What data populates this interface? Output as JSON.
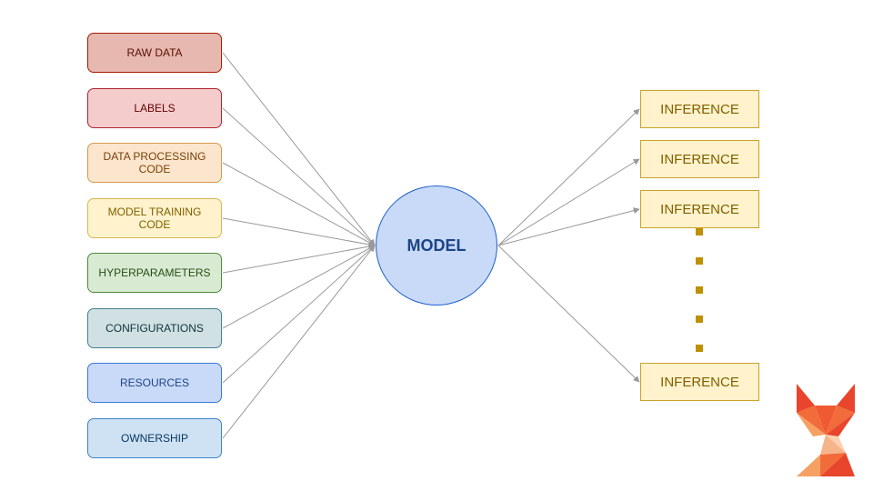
{
  "diagram": {
    "inputs": [
      {
        "label": "RAW DATA",
        "fill": "#e6b8af",
        "stroke": "#a61c00",
        "text_color": "#5b0f00"
      },
      {
        "label": "LABELS",
        "fill": "#f4cccc",
        "stroke": "#b1232f",
        "text_color": "#660000"
      },
      {
        "label": "DATA PROCESSING\nCODE",
        "fill": "#fce5cd",
        "stroke": "#d69a4c",
        "text_color": "#783f04"
      },
      {
        "label": "MODEL TRAINING\nCODE",
        "fill": "#fff2cc",
        "stroke": "#d6b656",
        "text_color": "#7f6000"
      },
      {
        "label": "HYPERPARAMETERS",
        "fill": "#d9ead3",
        "stroke": "#4f8a3a",
        "text_color": "#274e13"
      },
      {
        "label": "CONFIGURATIONS",
        "fill": "#d0e0e3",
        "stroke": "#45818e",
        "text_color": "#0c343d"
      },
      {
        "label": "RESOURCES",
        "fill": "#c9daf8",
        "stroke": "#3c78d8",
        "text_color": "#1c4587"
      },
      {
        "label": "OWNERSHIP",
        "fill": "#cfe2f3",
        "stroke": "#3d85c6",
        "text_color": "#073763"
      }
    ],
    "model": {
      "label": "MODEL"
    },
    "outputs": [
      {
        "label": "INFERENCE"
      },
      {
        "label": "INFERENCE"
      },
      {
        "label": "INFERENCE"
      },
      {
        "label": "INFERENCE"
      }
    ],
    "continuation_dots": 5,
    "colors": {
      "connector": "#999999",
      "model_fill": "#c9daf8",
      "output_fill": "#fff2cc",
      "dots": "#bf9000"
    }
  },
  "logo": {
    "icon": "fox-logo-icon",
    "colors": [
      "#e8452c",
      "#f26b3a",
      "#f7a064",
      "#ffd0b0"
    ]
  }
}
